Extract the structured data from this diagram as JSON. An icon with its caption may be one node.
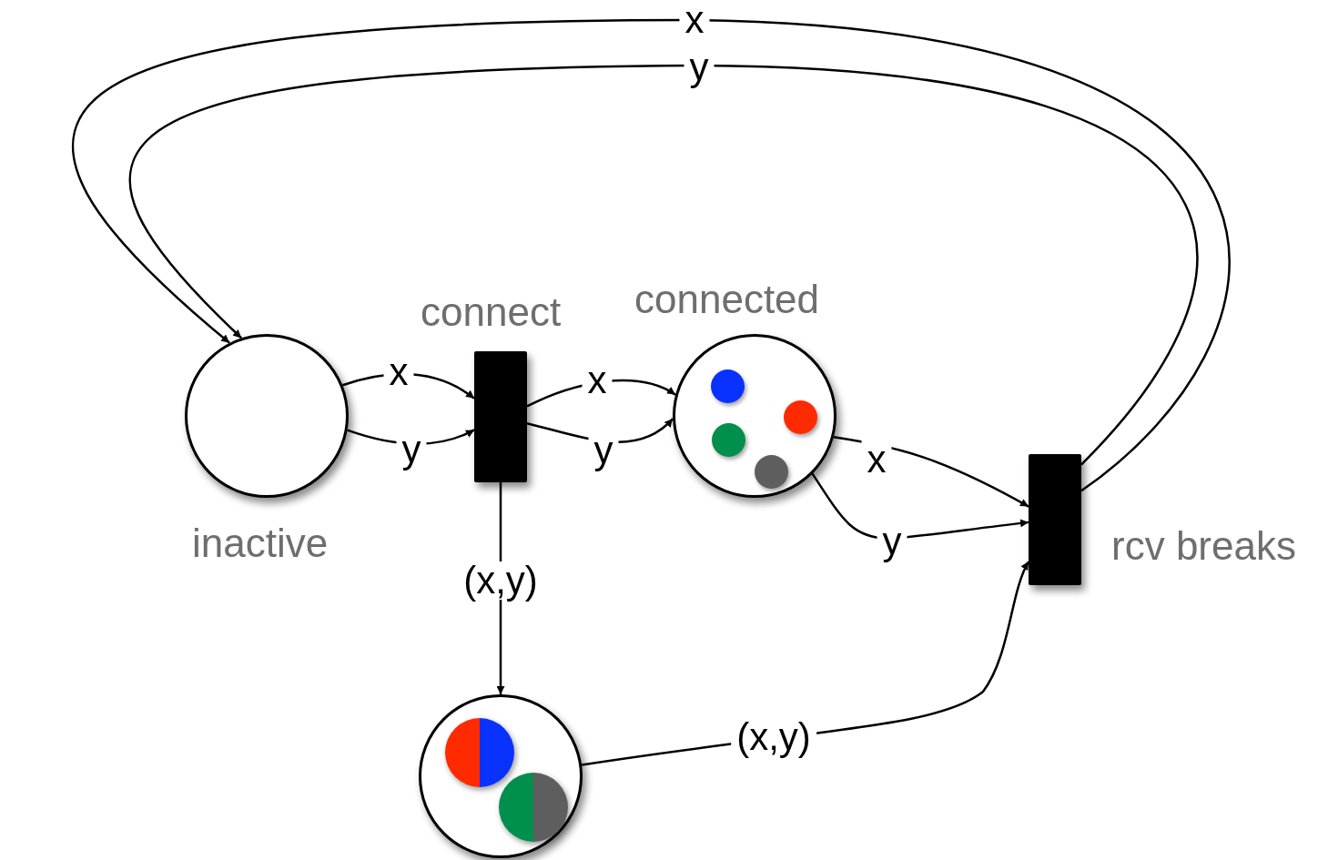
{
  "diagram": {
    "nodes": [
      {
        "text": [
          "inactive"
        ]
      },
      {
        "text": [
          "connect"
        ]
      },
      {
        "text": [
          "connected"
        ]
      },
      {
        "text": [
          "rcv breaks"
        ]
      },
      {
        "text": [],
        "shape": "circle"
      }
    ],
    "edges": [
      {
        "from": 0,
        "to": 1,
        "arrow": "to",
        "label": "x"
      },
      {
        "from": 0,
        "to": 1,
        "arrow": "to",
        "label": "y"
      },
      {
        "from": 1,
        "to": 2,
        "arrow": "to",
        "label": "x"
      },
      {
        "from": 1,
        "to": 2,
        "arrow": "to",
        "label": "y"
      },
      {
        "from": 1,
        "to": 4,
        "arrow": "to",
        "label": "(x,y)"
      },
      {
        "from": 2,
        "to": 3,
        "arrow": "to",
        "label": "x"
      },
      {
        "from": 2,
        "to": 3,
        "arrow": "to",
        "label": "y"
      },
      {
        "from": 4,
        "to": 3,
        "arrow": "to",
        "label": "(x,y)"
      },
      {
        "from": 3,
        "to": 0,
        "arrow": "to",
        "label": "x"
      },
      {
        "from": 3,
        "to": 0,
        "arrow": "to",
        "label": "y"
      }
    ]
  }
}
